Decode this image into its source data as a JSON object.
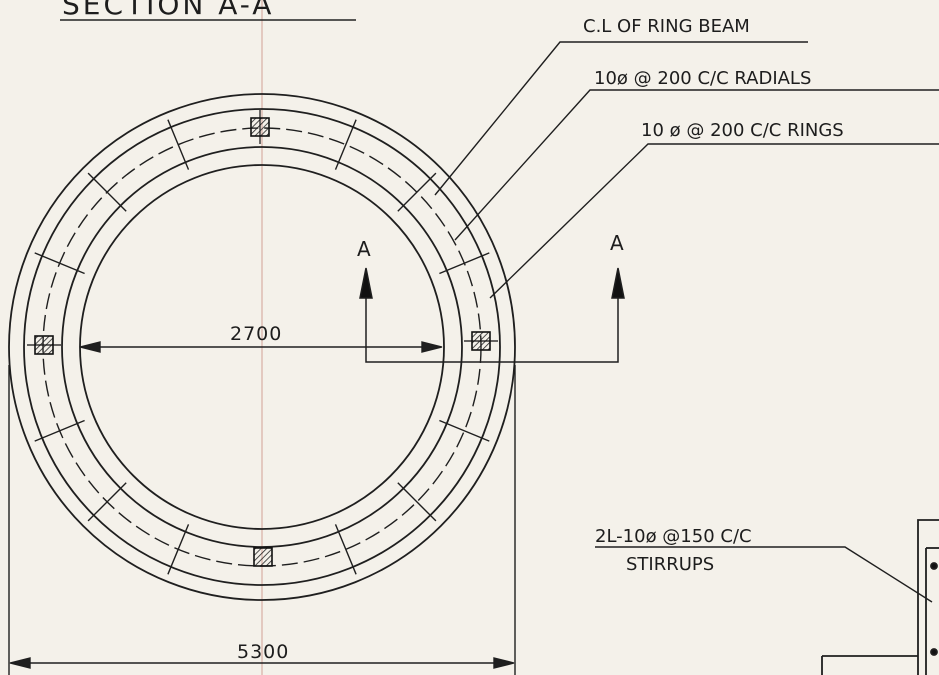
{
  "drawing": {
    "title": "SECTION A-A",
    "labels": {
      "centerline": "C.L OF RING BEAM",
      "radials": "10ø @ 200 C/C RADIALS",
      "rings": "10 ø @ 200 C/C RINGS",
      "stirrups_line1": "2L-10ø @150 C/C",
      "stirrups_line2": "STIRRUPS"
    },
    "dimensions": {
      "inner_diameter": "2700",
      "outer_diameter": "5300"
    },
    "section_marks": {
      "left": "A",
      "right": "A"
    }
  }
}
